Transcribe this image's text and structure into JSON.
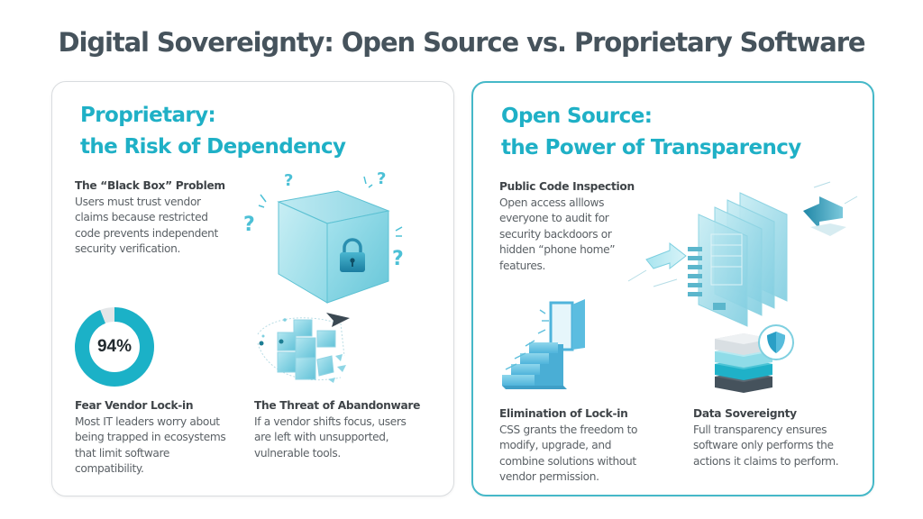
{
  "page": {
    "title": "Digital Sovereignty: Open Source vs. Proprietary Software"
  },
  "colors": {
    "accent": "#1fb0c6",
    "title": "#46535c",
    "left_border": "#d9dcdf",
    "right_border": "#45b8c8",
    "donut_fill": "#1bb1c7",
    "donut_remainder": "#e3e6e8",
    "dark_slate": "#3d4a54"
  },
  "proprietary": {
    "heading_line1": "Proprietary:",
    "heading_line2": "the Risk of Dependency",
    "black_box": {
      "title": "The “Black Box” Problem",
      "lines": [
        "Users must trust vendor",
        "claims because restricted",
        "code prevents independent",
        "security verification."
      ],
      "icon": "locked-cube-icon"
    },
    "lock_in": {
      "stat": "94%",
      "stat_value": 94,
      "title": "Fear Vendor Lock-in",
      "lines": [
        "Most IT leaders worry about",
        "being trapped in ecosystems",
        "that limit software",
        "compatibility."
      ],
      "icon": "donut-chart-icon"
    },
    "abandonware": {
      "title": "The Threat of Abandonware",
      "lines": [
        "If a vendor shifts focus, users",
        "are left with unsupported,",
        "vulnerable tools."
      ],
      "icon": "crumbling-blocks-icon"
    }
  },
  "open_source": {
    "heading_line1": "Open Source:",
    "heading_line2": "the Power of Transparency",
    "inspection": {
      "title": "Public Code Inspection",
      "lines": [
        "Open access alllows",
        "everyone to audit for",
        "security backdoors or",
        "hidden “phone home”",
        "features."
      ],
      "icon": "layered-documents-icon"
    },
    "lock_in_elimination": {
      "title": "Elimination of Lock-in",
      "lines": [
        "CSS grants the freedom to",
        "modify, upgrade, and",
        "combine solutions without",
        "vendor permission."
      ],
      "icon": "stairs-open-door-icon"
    },
    "data_sovereignty": {
      "title": "Data Sovereignty",
      "lines": [
        "Full transparency ensures",
        "software only performs the",
        "actions it claims to perform."
      ],
      "icon": "server-stack-shield-icon"
    }
  }
}
